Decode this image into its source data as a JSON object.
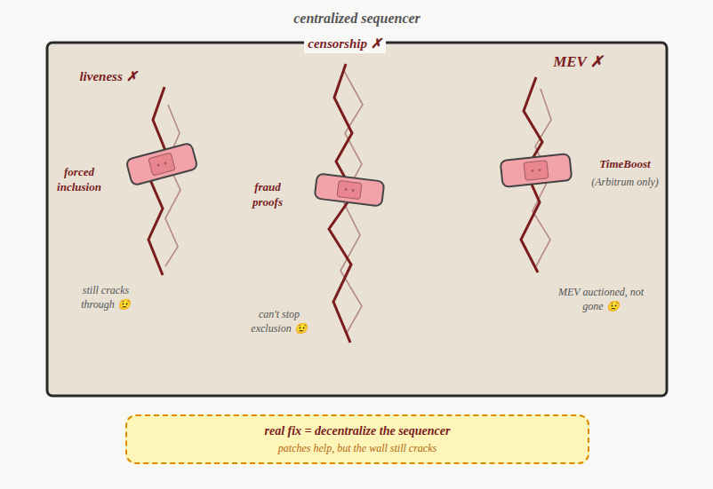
{
  "diagram": {
    "nodes": [
      {
        "text": [
          "centralized sequencer"
        ]
      },
      {
        "text": [
          "real fix = decentralize the sequencer",
          "patches help, but the wall still cracks"
        ]
      }
    ],
    "labels": [
      "censorship ✗",
      "liveness ✗",
      "MEV ✗",
      "forced inclusion",
      "fraud proofs",
      "TimeBoost",
      "(Arbitrum only)",
      "still cracks through 😟",
      "can't stop exclusion 😟",
      "MEV auctioned, not gone 😟"
    ]
  }
}
